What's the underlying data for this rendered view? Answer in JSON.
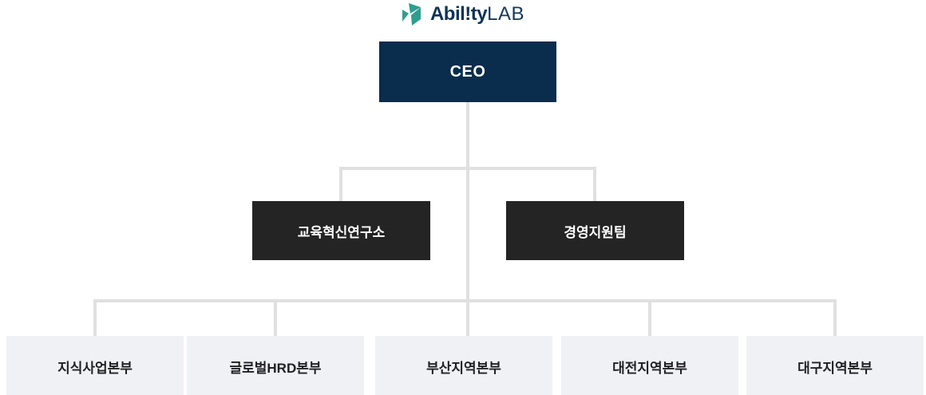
{
  "logo": {
    "brand_bold": "Abil!ty",
    "brand_light": "LAB",
    "icon": "abilitylab-logo-icon",
    "icon_color": "#2e9e8e",
    "text_color": "#0e3357"
  },
  "org": {
    "root": {
      "label": "CEO"
    },
    "level2": [
      {
        "label": "교육혁신연구소"
      },
      {
        "label": "경영지원팀"
      }
    ],
    "level3": [
      {
        "label": "지식사업본부"
      },
      {
        "label": "글로벌HRD본부"
      },
      {
        "label": "부산지역본부"
      },
      {
        "label": "대전지역본부"
      },
      {
        "label": "대구지역본부"
      }
    ]
  },
  "colors": {
    "root_bg": "#0a2c4d",
    "level2_bg": "#242424",
    "level3_bg": "#f0f1f5",
    "connector": "#e0e0e0"
  }
}
